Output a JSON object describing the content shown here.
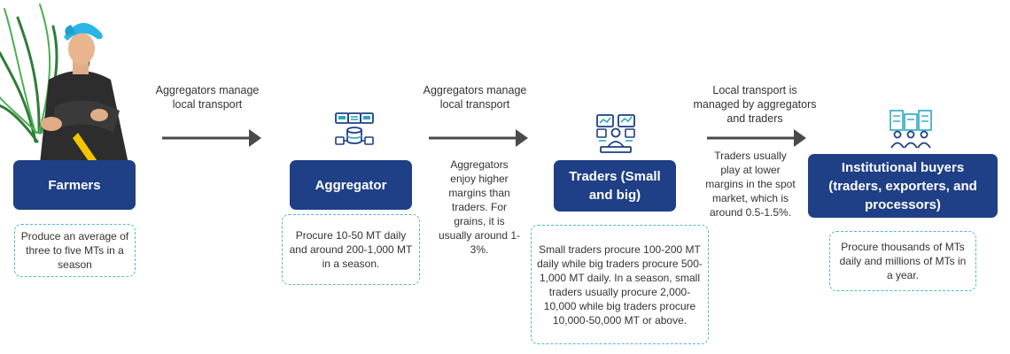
{
  "stages": [
    {
      "id": "farmers",
      "title": "Farmers",
      "note": "Produce an average of three to five MTs in a season",
      "icon": "farmer-illustration"
    },
    {
      "id": "aggregator",
      "title": "Aggregator",
      "note": "Procure 10-50 MT daily and around 200-1,000 MT in a season.",
      "icon": "database-network-icon"
    },
    {
      "id": "traders",
      "title": "Traders (Small and big)",
      "note": "Small traders procure 100-200 MT daily while big traders procure 500-1,000 MT daily. In a season, small traders usually procure 2,000-10,000 while big traders procure 10,000-50,000 MT or above.",
      "icon": "trader-dashboard-icon"
    },
    {
      "id": "institutional",
      "title": "Institutional buyers (traders, exporters, and processors)",
      "note": "Procure thousands of MTs daily and millions of MTs in a year.",
      "icon": "buildings-group-icon"
    }
  ],
  "transport_labels": [
    "Aggregators manage local transport",
    "Aggregators manage local transport",
    "Local transport is managed by aggregators and traders"
  ],
  "margin_notes": [
    "Aggregators enjoy higher margins than traders. For grains, it is usually around 1-3%.",
    "Traders usually play at lower margins in the spot market, which is around 0.5-1.5%."
  ],
  "colors": {
    "stage_fill": "#1f3f86",
    "dashed_border": "#4fb8c9",
    "arrow": "#4a4a4a",
    "icon_teal": "#2aa8bf",
    "icon_navy": "#1f3f86"
  }
}
